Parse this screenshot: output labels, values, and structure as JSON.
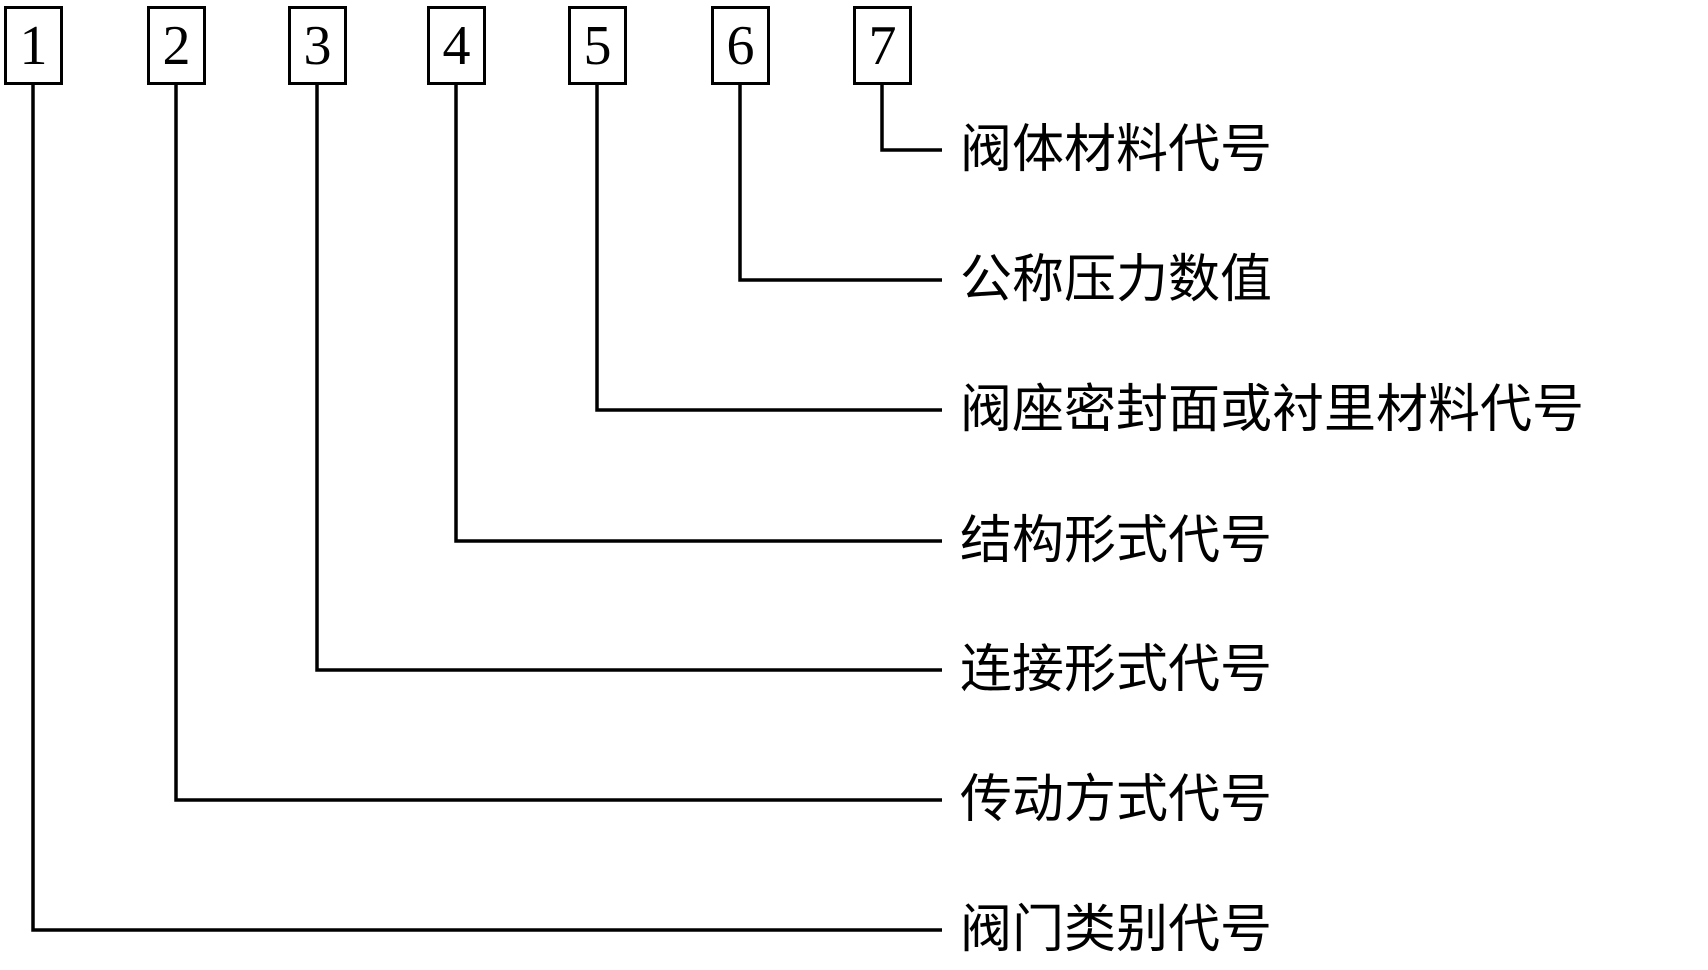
{
  "diagram": {
    "positions": [
      {
        "number": "1",
        "label": "阀门类别代号"
      },
      {
        "number": "2",
        "label": "传动方式代号"
      },
      {
        "number": "3",
        "label": "连接形式代号"
      },
      {
        "number": "4",
        "label": "结构形式代号"
      },
      {
        "number": "5",
        "label": "阀座密封面或衬里材料代号"
      },
      {
        "number": "6",
        "label": "公称压力数值"
      },
      {
        "number": "7",
        "label": "阀体材料代号"
      }
    ]
  }
}
